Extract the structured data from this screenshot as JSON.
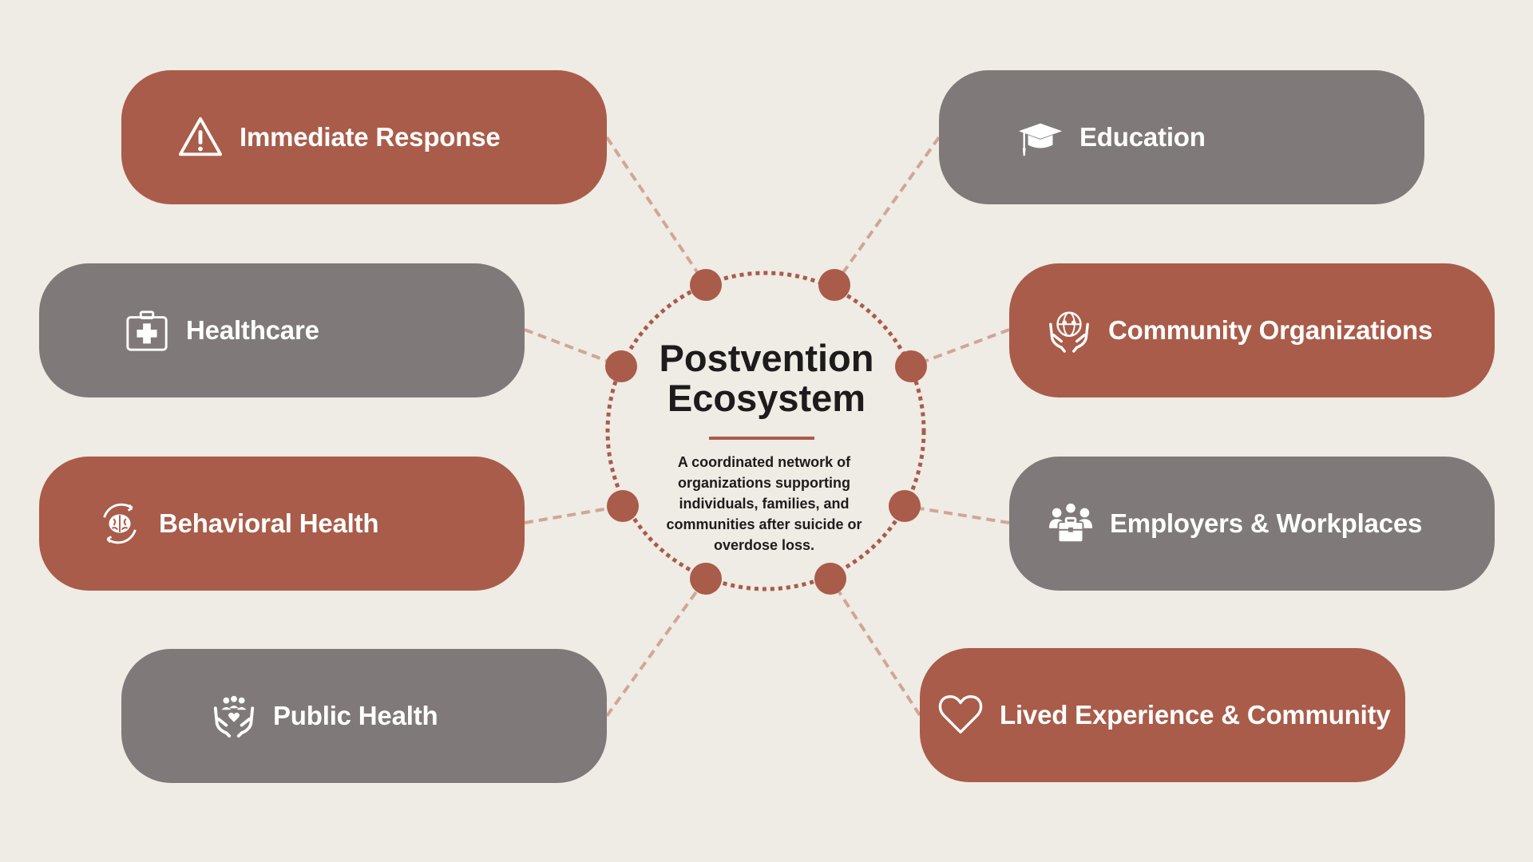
{
  "colors": {
    "background": "#efebe5",
    "rust": "#a95c49",
    "gray": "#7f7a79",
    "connector": "#d0a696",
    "text_dark": "#1d1b1b",
    "text_light": "#ffffff"
  },
  "hub": {
    "title_line1": "Postvention",
    "title_line2": "Ecosystem",
    "description": "A coordinated network of organizations supporting individuals, families, and communities after suicide or overdose loss."
  },
  "sectors": [
    {
      "label": "Immediate Response",
      "color": "rust",
      "icon": "warning-triangle-icon"
    },
    {
      "label": "Healthcare",
      "color": "gray",
      "icon": "first-aid-kit-icon"
    },
    {
      "label": "Behavioral Health",
      "color": "rust",
      "icon": "brain-cycle-icon"
    },
    {
      "label": "Public Health",
      "color": "gray",
      "icon": "hands-holding-people-icon"
    },
    {
      "label": "Education",
      "color": "gray",
      "icon": "graduation-cap-icon"
    },
    {
      "label": "Community Organizations",
      "color": "rust",
      "icon": "hands-holding-globe-icon"
    },
    {
      "label": "Employers & Workplaces",
      "color": "gray",
      "icon": "team-briefcase-icon"
    },
    {
      "label": "Lived Experience & Community",
      "color": "rust",
      "icon": "heart-icon"
    }
  ]
}
